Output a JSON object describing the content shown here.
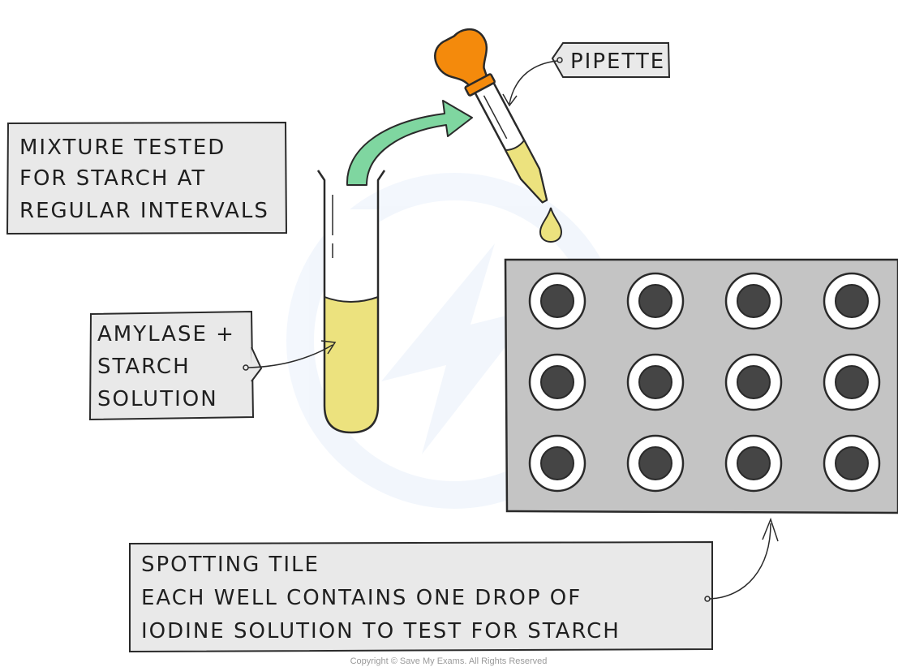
{
  "labels": {
    "mixture": [
      "MIXTURE  TESTED",
      "FOR  STARCH  AT",
      "REGULAR  INTERVALS"
    ],
    "pipette": "PIPETTE",
    "amylase": [
      "AMYLASE  +",
      "STARCH",
      "SOLUTION"
    ],
    "tile": [
      "SPOTTING  TILE",
      "EACH  WELL  CONTAINS  ONE  DROP  OF",
      "IODINE  SOLUTION  TO  TEST  FOR  STARCH"
    ]
  },
  "copyright": "Copyright © Save My Exams. All Rights Reserved",
  "spotting_tile": {
    "rows": 3,
    "columns": 4
  },
  "colors": {
    "label_fill": "#e9e9e9",
    "tile_fill": "#c4c4c4",
    "well_dark": "#454545",
    "solution_yellow": "#ece27e",
    "pipette_bulb": "#f48a0c",
    "arrow_green": "#7fd6a0",
    "outline": "#2a2a2a"
  }
}
